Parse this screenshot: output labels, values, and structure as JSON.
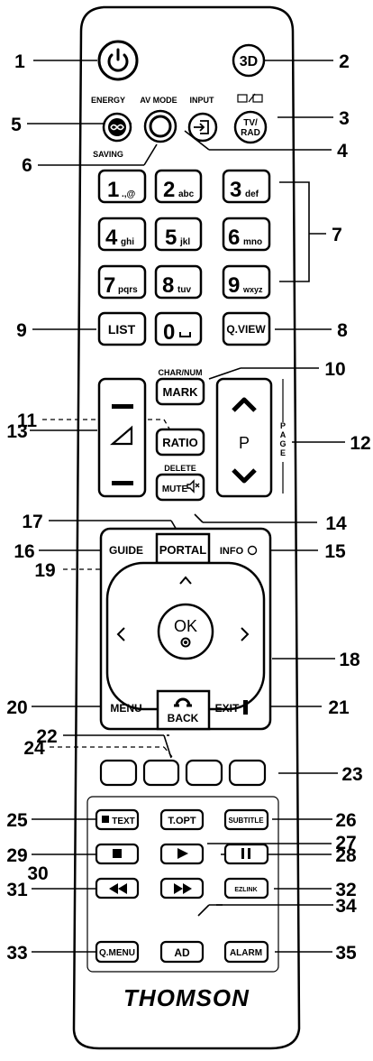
{
  "brand": "THOMSON",
  "callouts": [
    "1",
    "2",
    "3",
    "4",
    "5",
    "6",
    "7",
    "8",
    "9",
    "10",
    "11",
    "12",
    "13",
    "14",
    "15",
    "16",
    "17",
    "18",
    "19",
    "20",
    "21",
    "22",
    "23",
    "24",
    "25",
    "26",
    "27",
    "28",
    "29",
    "30",
    "31",
    "32",
    "33",
    "34",
    "35"
  ],
  "top_labels": {
    "energy": "ENERGY",
    "saving": "SAVING",
    "av_mode": "AV MODE",
    "input": "INPUT"
  },
  "keys": {
    "3d": "3D",
    "tv": "TV/",
    "rad": "RAD",
    "num1": "1",
    "num1_sub": ".,@",
    "num2": "2",
    "num2_sub": "abc",
    "num3": "3",
    "num3_sub": "def",
    "num4": "4",
    "num4_sub": "ghi",
    "num5": "5",
    "num5_sub": "jkl",
    "num6": "6",
    "num6_sub": "mno",
    "num7": "7",
    "num7_sub": "pqrs",
    "num8": "8",
    "num8_sub": "tuv",
    "num9": "9",
    "num9_sub": "wxyz",
    "list": "LIST",
    "num0": "0",
    "num0_sub": "␣",
    "qview": "Q.VIEW",
    "char_num": "CHAR/NUM",
    "mark": "MARK",
    "ratio": "RATIO",
    "delete": "DELETE",
    "mute": "MUTE",
    "p": "P",
    "page": [
      "P",
      "A",
      "G",
      "E"
    ],
    "guide": "GUIDE",
    "portal": "PORTAL",
    "info": "INFO",
    "ok": "OK",
    "menu": "MENU",
    "back": "BACK",
    "exit": "EXIT",
    "text": "TEXT",
    "topt": "T.OPT",
    "subtitle": "SUBTITLE",
    "ezlink": "EZLINK",
    "qmenu": "Q.MENU",
    "ad": "AD",
    "alarm": "ALARM"
  }
}
